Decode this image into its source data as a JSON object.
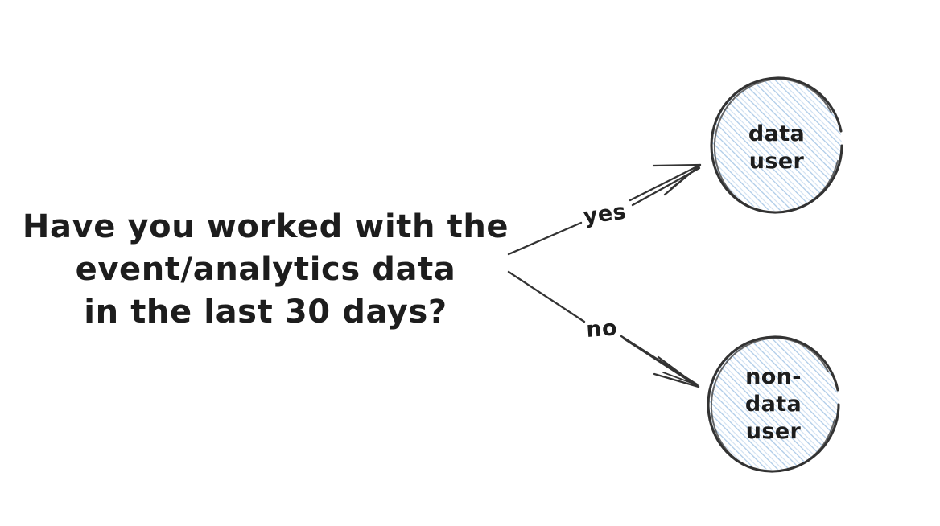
{
  "diagram": {
    "type": "decision-tree",
    "background_color": "#ffffff",
    "stroke_color": "#333333",
    "text_color": "#1d1d1d",
    "hatch_color": "#aecbe8",
    "style": "hand-drawn"
  },
  "question": {
    "lines": [
      "Have you worked with the",
      "event/analytics data",
      "in the last 30 days?"
    ]
  },
  "edges": [
    {
      "label": "yes",
      "from": "question",
      "to": "data-user"
    },
    {
      "label": "no",
      "from": "question",
      "to": "non-data-user"
    }
  ],
  "nodes": [
    {
      "id": "data-user",
      "lines": [
        "data",
        "user"
      ],
      "shape": "circle",
      "fill": "hatched-blue"
    },
    {
      "id": "non-data-user",
      "lines": [
        "non-",
        "data",
        "user"
      ],
      "shape": "circle",
      "fill": "hatched-blue"
    }
  ]
}
